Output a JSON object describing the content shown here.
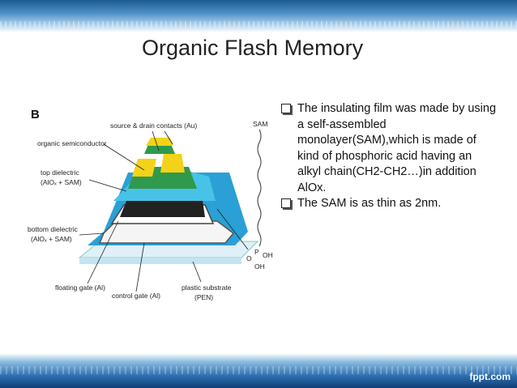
{
  "title": "Organic Flash Memory",
  "figure": {
    "panel_letter": "B",
    "labels": {
      "source_drain": "source & drain contacts (Au)",
      "organic_semiconductor": "organic  semiconductor",
      "top_dielectric_1": "top dielectric",
      "top_dielectric_2": "(AlOₓ + SAM)",
      "bottom_dielectric_1": "bottom dielectric",
      "bottom_dielectric_2": "(AlOₓ + SAM)",
      "floating_gate": "floating gate (Al)",
      "control_gate": "control gate (Al)",
      "plastic_substrate_1": "plastic substrate",
      "plastic_substrate_2": "(PEN)",
      "sam": "SAM",
      "chem_p": "P",
      "chem_o1": "O",
      "chem_oh1": "OH",
      "chem_oh2": "OH"
    }
  },
  "bullets": [
    "The insulating film was made by using a self-assembled monolayer(SAM),which is made of kind of phosphoric acid having an alkyl chain(CH2-CH2…)in addition AlOx.",
    "The SAM is as thin as 2nm."
  ],
  "logo": "fppt.com",
  "colors": {
    "header": "#1d5b93",
    "footer": "#0f3f77"
  }
}
